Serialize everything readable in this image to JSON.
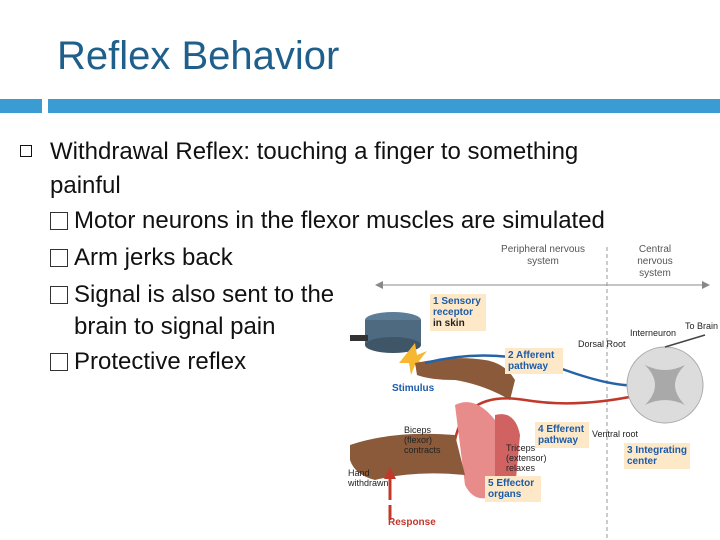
{
  "title": "Reflex Behavior",
  "main_bullet": "Withdrawal Reflex: touching a finger to something painful",
  "sub_bullets": [
    "Motor neurons in the flexor muscles are simulated",
    "Arm jerks back",
    "Signal is also sent to the",
    "Protective reflex"
  ],
  "sub_bullet_continuation": "brain to signal pain",
  "diagram": {
    "peripheral": "Peripheral nervous system",
    "central": "Central nervous system",
    "sensory_receptor": "1 Sensory receptor",
    "in_skin": "in skin",
    "afferent": "2 Afferent pathway",
    "efferent": "4 Efferent pathway",
    "integrating": "3 Integrating center",
    "effector": "5 Effector organs",
    "stimulus": "Stimulus",
    "response": "Response",
    "interneuron": "Interneuron",
    "to_brain": "To Brain",
    "dorsal_root": "Dorsal Root",
    "ventral_root": "Ventral root",
    "biceps": "Biceps (flexor) contracts",
    "triceps": "Triceps (extensor) relaxes",
    "hand": "Hand withdrawn"
  }
}
